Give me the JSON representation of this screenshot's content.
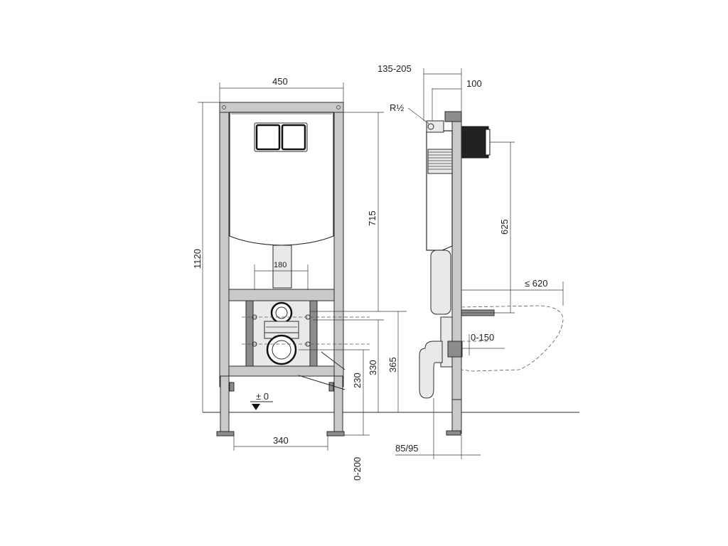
{
  "front_view": {
    "width_top": "450",
    "height_total": "1120",
    "height_tank_button": "715",
    "button_spacing": "180",
    "height_outlet": "365",
    "height_outlet_center": "330",
    "height_bolt": "230",
    "foot_spacing": "340",
    "foot_adjust": "0-200",
    "floor_level": "± 0"
  },
  "side_view": {
    "depth_range": "135-205",
    "frame_depth": "100",
    "thread": "R½",
    "height_inlet": "625",
    "bowl_projection": "≤ 620",
    "wall_range": "0-150",
    "foot_depth": "85/95"
  }
}
